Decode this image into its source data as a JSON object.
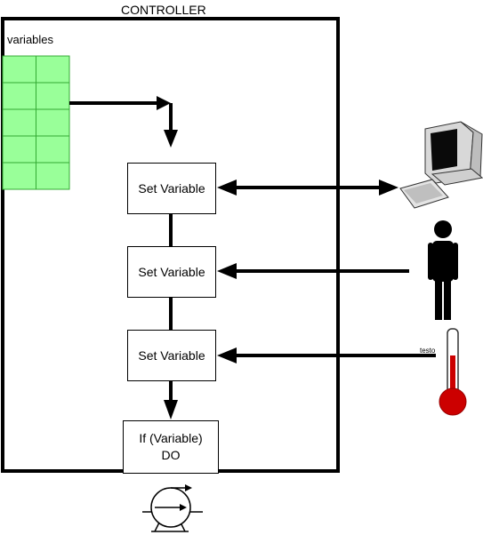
{
  "controller": {
    "title": "CONTROLLER"
  },
  "variables_panel": {
    "label": "variables",
    "rows": 5,
    "cols": 2,
    "fill_color": "#99ff99",
    "line_color": "#33aa33"
  },
  "blocks": [
    {
      "label": "Set Variable"
    },
    {
      "label": "Set Variable"
    },
    {
      "label": "Set Variable"
    }
  ],
  "condition_block": {
    "line1": "If (Variable)",
    "line2": "DO"
  },
  "sources": {
    "computer": {
      "icon": "computer-icon"
    },
    "person": {
      "icon": "person-icon"
    },
    "thermometer": {
      "icon": "thermometer-icon",
      "label": "testo",
      "fluid_color": "#cc0000"
    }
  },
  "actuator": {
    "icon": "pump-icon"
  }
}
